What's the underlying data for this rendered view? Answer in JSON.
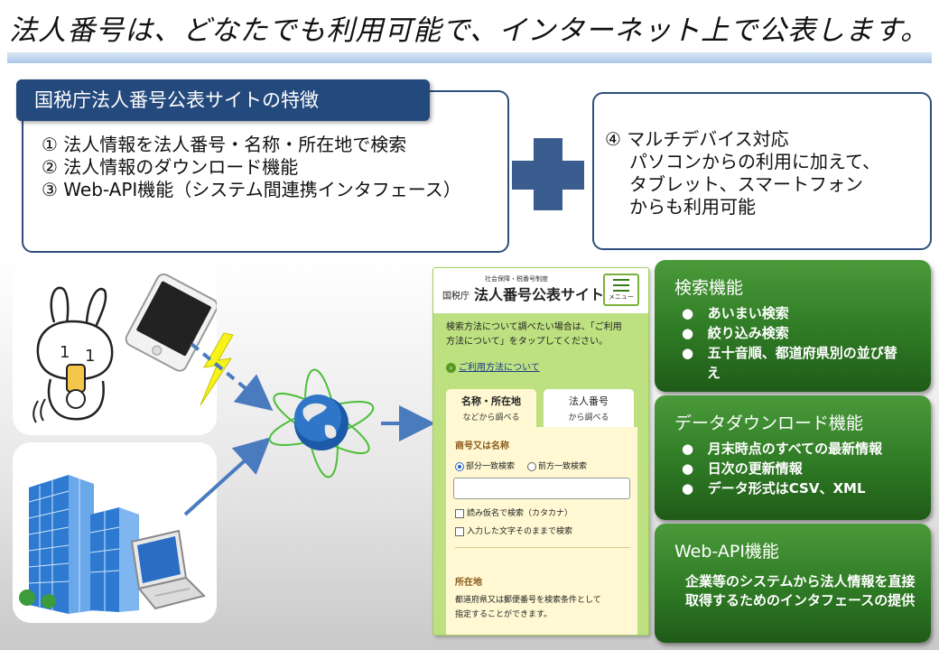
{
  "headline": {
    "text": "法人番号は、どなたでも利用可能で、インターネット上で公表します。"
  },
  "features": {
    "title": "国税庁法人番号公表サイトの特徴",
    "items": [
      "① 法人情報を法人番号・名称・所在地で検索",
      "② 法人情報のダウンロード機能",
      "③ Web-API機能（システム間連携インタフェース）"
    ]
  },
  "devices": {
    "line1": "④ マルチデバイス対応",
    "line2": "パソコンからの利用に加えて、",
    "line3": "タブレット、スマートフォン",
    "line4": "からも利用可能"
  },
  "illustrations": {
    "mascot": "rabbit-mascot-with-phone-icon",
    "smartphone": "smartphone-icon",
    "globe": "globe-icon",
    "building": "office-building-icon",
    "laptop": "laptop-icon",
    "lightning": "lightning-icon"
  },
  "phone": {
    "site_sub": "社会保障・税番号制度",
    "site_agency": "国税庁",
    "site_name": "法人番号公表サイト",
    "menu_label": "メニュー",
    "intro_line1": "検索方法について調べたい場合は、「ご利用",
    "intro_line2": "方法について」をタップしてください。",
    "help_link": "ご利用方法について",
    "tab1_main": "名称・所在地",
    "tab1_sub": "などから調べる",
    "tab2_main": "法人番号",
    "tab2_sub": "から調べる",
    "name_label": "商号又は名称",
    "radio_partial": "部分一致検索",
    "radio_prefix": "前方一致検索",
    "search_value": "",
    "check_kana": "読み仮名で検索（カタカナ）",
    "check_exact": "入力した文字そのままで検索",
    "address_label": "所在地",
    "address_desc_line1": "都道府県又は郵便番号を検索条件として",
    "address_desc_line2": "指定することができます。"
  },
  "panels": {
    "search": {
      "title": "検索機能",
      "items": [
        "あいまい検索",
        "絞り込み検索",
        "五十音順、都道府県別の並び替え"
      ]
    },
    "download": {
      "title": "データダウンロード機能",
      "items": [
        "月末時点のすべての最新情報",
        "日次の更新情報",
        "データ形式はCSV、XML"
      ]
    },
    "api": {
      "title": "Web-API機能",
      "description": "企業等のシステムから法人情報を直接取得するためのインタフェースの提供"
    }
  },
  "colors": {
    "navy": "#24497d",
    "plus": "#3a5c8e",
    "green": "#2f7a25",
    "phone_green": "#bde080",
    "arrow_blue": "#4a7bbf",
    "lightning": "#f6f21a"
  }
}
